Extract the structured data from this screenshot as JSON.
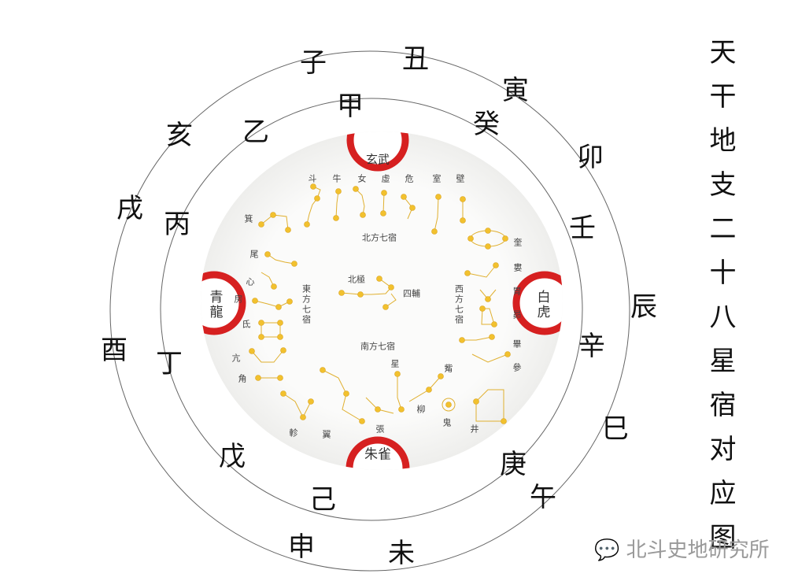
{
  "title": "天干地支二十八星宿对应图",
  "earthly_branches": [
    "子",
    "丑",
    "寅",
    "卯",
    "辰",
    "巳",
    "午",
    "未",
    "申",
    "酉",
    "戌",
    "亥"
  ],
  "heavenly_stems": [
    "甲",
    "癸",
    "壬",
    "辛",
    "庚",
    "己",
    "戊",
    "丁",
    "丙",
    "乙"
  ],
  "four_symbols": {
    "north": "玄武",
    "east": "青龍",
    "west": "白虎",
    "south": "朱雀"
  },
  "region_labels": {
    "north": "北方七宿",
    "east": "東方七宿",
    "west": "西方七宿",
    "south": "南方七宿",
    "pole": "北極",
    "four_assistants": "四輔"
  },
  "mansions": {
    "north": [
      "斗",
      "牛",
      "女",
      "虛",
      "危",
      "室",
      "壁"
    ],
    "east": [
      "箕",
      "尾",
      "心",
      "房",
      "氐",
      "亢",
      "角"
    ],
    "west": [
      "奎",
      "婁",
      "胃",
      "昴",
      "畢",
      "參",
      "觜"
    ],
    "south": [
      "井",
      "鬼",
      "柳",
      "星",
      "張",
      "翼",
      "軫"
    ]
  },
  "watermark": "北斗史地研究所",
  "colors": {
    "star": "#f2c12e",
    "seal": "#d62020",
    "ring": "#555555"
  }
}
